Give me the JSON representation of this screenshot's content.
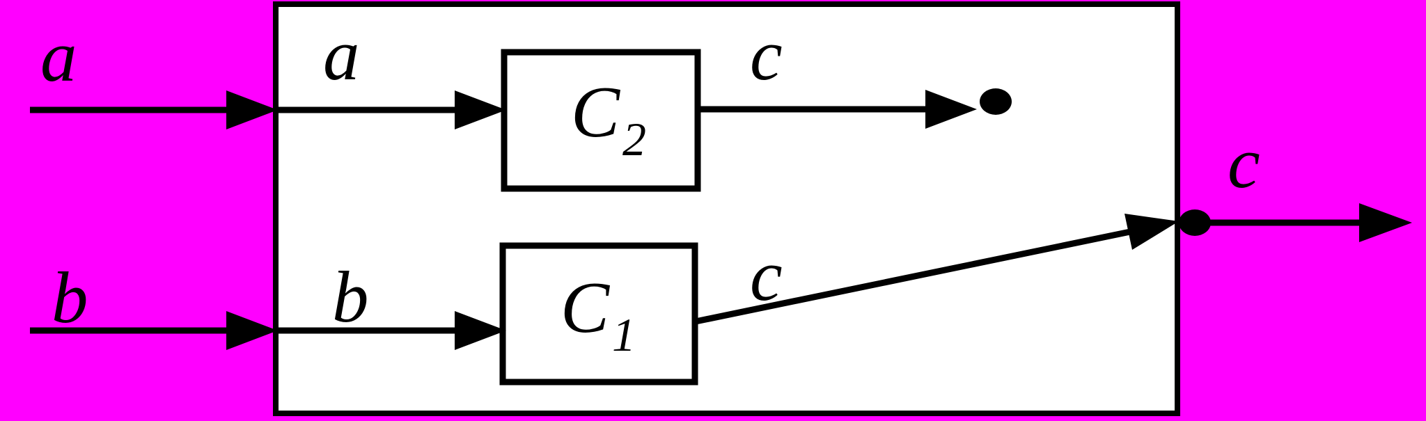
{
  "colors": {
    "background": "#FF00FF",
    "ink": "#000000",
    "box_fill": "#FFFFFF"
  },
  "labels": {
    "input_a_outside": "a",
    "input_a_inside": "a",
    "input_b_outside": "b",
    "input_b_inside": "b",
    "block_c2_name": "C",
    "block_c2_subscript": "2",
    "block_c1_name": "C",
    "block_c1_subscript": "1",
    "c2_output_wire": "c",
    "c1_output_wire": "c",
    "system_output_wire": "c"
  }
}
